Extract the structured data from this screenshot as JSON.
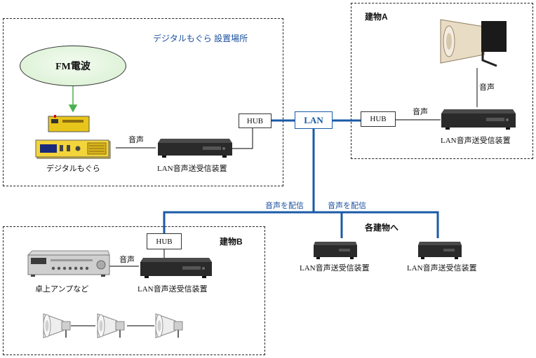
{
  "zones": {
    "digital_mogura": {
      "title": "デジタルもぐら  設置場所"
    },
    "building_a": {
      "title": "建物A"
    },
    "building_b": {
      "title": "建物B"
    }
  },
  "nodes": {
    "fm": "FM電波",
    "digital_mogura_device": "デジタルもぐら",
    "lan": "LAN",
    "hub_main": "HUB",
    "hub_a": "HUB",
    "hub_b": "HUB",
    "lan_device_main": "LAN音声送受信装置",
    "lan_device_a": "LAN音声送受信装置",
    "lan_device_b": "LAN音声送受信装置",
    "lan_device_c1": "LAN音声送受信装置",
    "lan_device_c2": "LAN音声送受信装置",
    "desktop_amp": "卓上アンプなど",
    "each_building": "各建物へ"
  },
  "edges": {
    "audio_main": "音声",
    "audio_a1": "音声",
    "audio_a2": "音声",
    "audio_b": "音声",
    "distribute_1": "音声を配信",
    "distribute_2": "音声を配信"
  },
  "colors": {
    "lan_line": "#1a5aa8",
    "fm_fill": "#dff3d9"
  }
}
